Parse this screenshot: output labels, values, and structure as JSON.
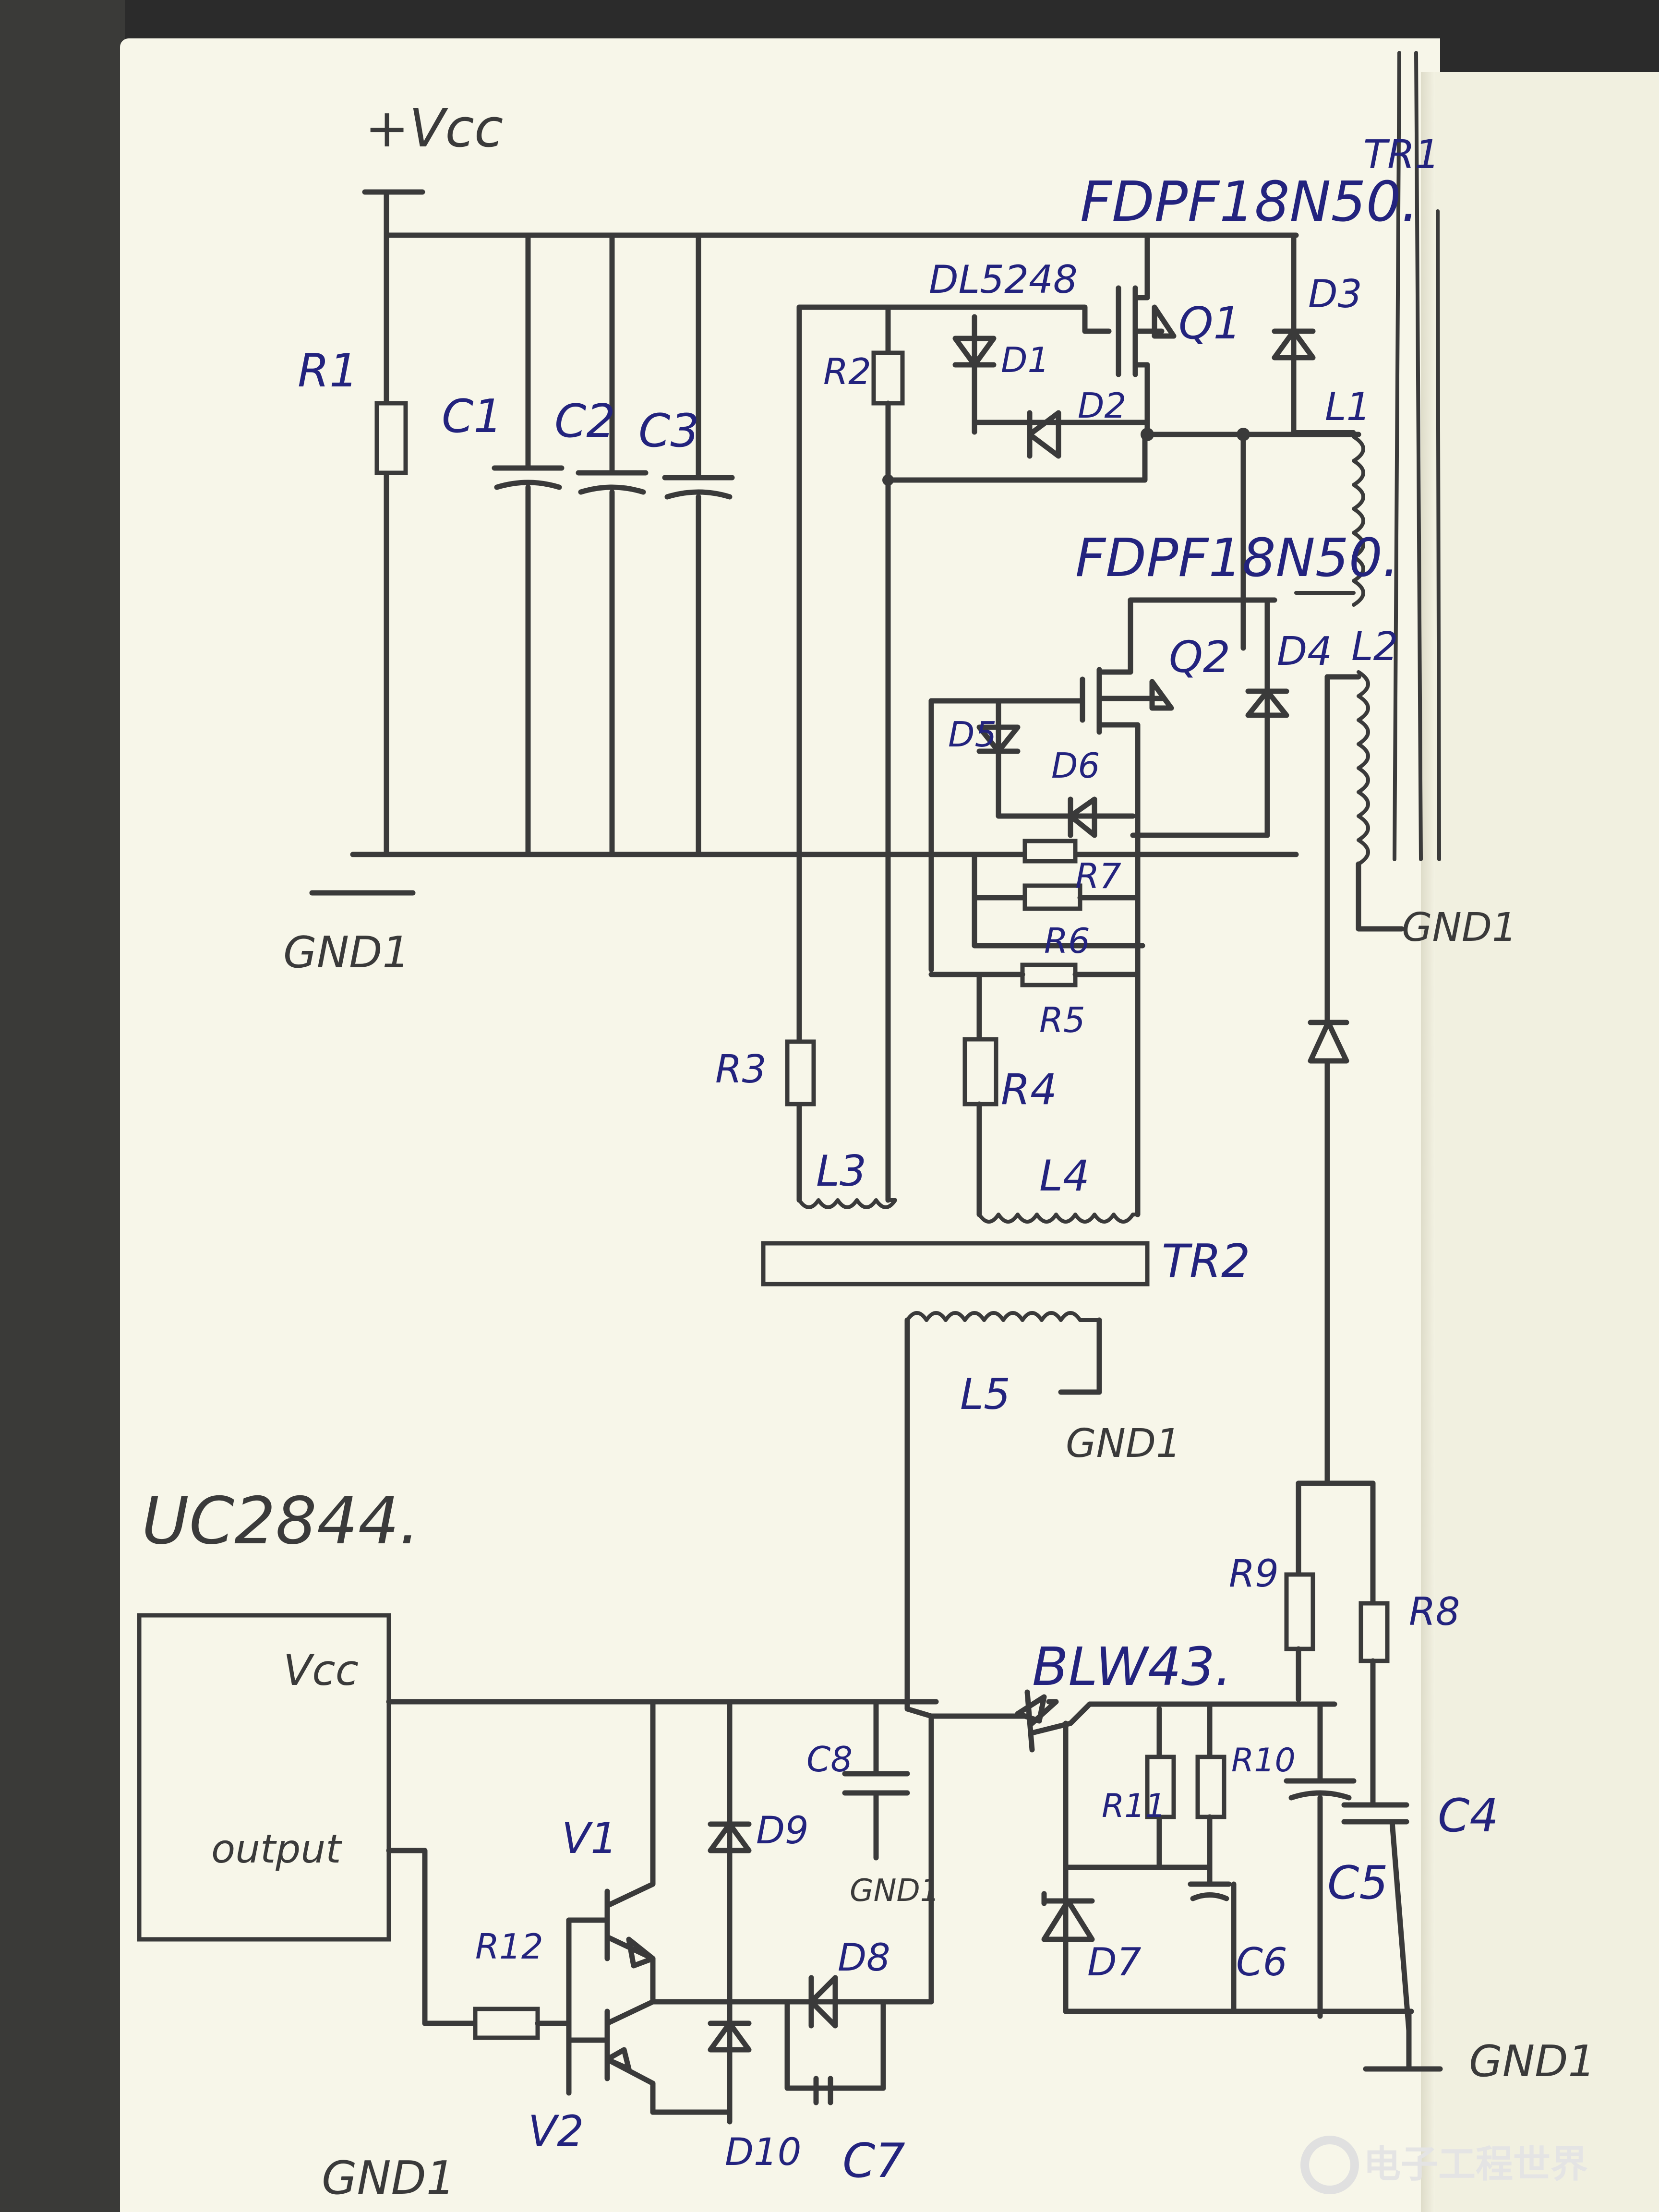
{
  "labels": {
    "vcc": "+Vcc",
    "tr1": "TR1",
    "q1_part": "FDPF18N50.",
    "q2_part": "FDPF18N50.",
    "d1_part": "DL5248",
    "q1": "Q1",
    "q2": "Q2",
    "d1": "D1",
    "d2": "D2",
    "d3": "D3",
    "d4": "D4",
    "d5": "D5",
    "d6": "D6",
    "d7": "D7",
    "d8": "D8",
    "d9": "D9",
    "d10": "D10",
    "l1": "L1",
    "l2": "L2",
    "l3": "L3",
    "l4": "L4",
    "l5": "L5",
    "r1": "R1",
    "r2": "R2",
    "r3": "R3",
    "r4": "R4",
    "r5": "R5",
    "r6": "R6",
    "r7": "R7",
    "r8": "R8",
    "r9": "R9",
    "r10": "R10",
    "r11": "R11",
    "r12": "R12",
    "c1": "C1",
    "c2": "C2",
    "c3": "C3",
    "c4": "C4",
    "c5": "C5",
    "c6": "C6",
    "c7": "C7",
    "c8": "C8",
    "gnd_left": "GND1",
    "gnd_tr1": "GND1",
    "gnd_l5": "GND1",
    "gnd_c8": "GND1",
    "gnd_bottom_right": "GND1",
    "gnd_bottom_left": "GND1",
    "tr2": "TR2",
    "ic": "UC2844.",
    "ic_vcc": "Vcc",
    "ic_output": "output",
    "transistor": "BLW43.",
    "v1": "V1",
    "v2": "V2"
  },
  "watermark": "电子工程世界",
  "colors": {
    "ink": "#3a3a3a",
    "label_blue": "#23237e",
    "paper": "#f7f6e9"
  }
}
